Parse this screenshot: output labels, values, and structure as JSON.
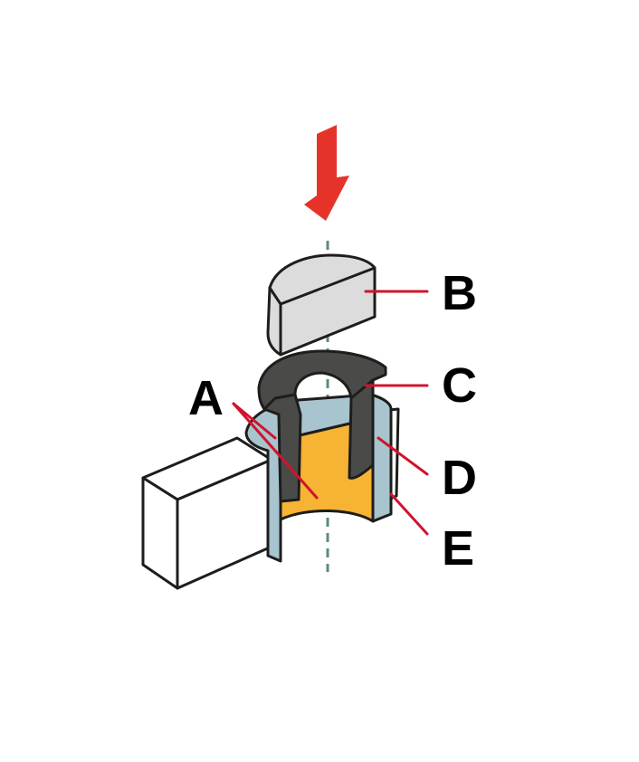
{
  "labels": {
    "a": "A",
    "b": "B",
    "c": "C",
    "d": "D",
    "e": "E"
  },
  "colors": {
    "arrow": "#e63329",
    "leader": "#d0142c",
    "axis": "#5e8c74",
    "cap_b": "#dcdcdc",
    "part_c": "#4a4a48",
    "cavity_a": "#f6b334",
    "sleeve_d": "#a8c4cf",
    "bracket_e": "#ffffff",
    "outline": "#1d1d1b"
  }
}
